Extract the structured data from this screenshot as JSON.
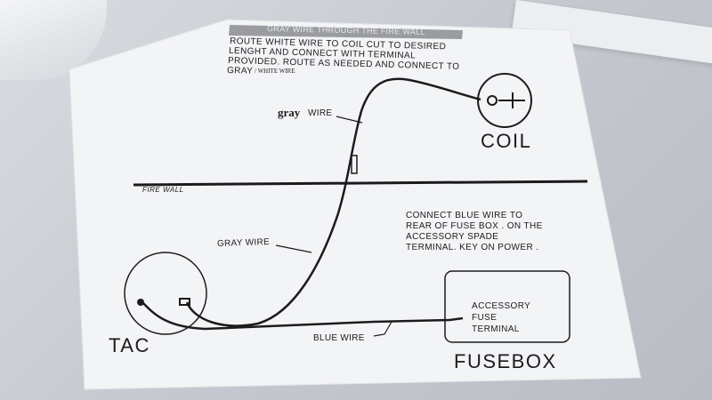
{
  "instructions": {
    "header_banner": "GRAY WIRE THROUGH THE FIRE WALL",
    "line1": "ROUTE  WHITE WIRE TO COIL CUT TO DESIRED",
    "line2": "LENGHT AND CONNECT WITH TERMINAL",
    "line3": "PROVIDED. ROUTE AS NEEDED AND CONNECT TO",
    "line4_a": "GRAY",
    "line4_b": "/ WHITE WIRE"
  },
  "labels": {
    "gray_wire_top_bold": "gray",
    "gray_wire_top_rest": "WIRE",
    "coil": "COIL",
    "fire_wall": "FIRE WALL",
    "gray_wire_mid": "GRAY WIRE",
    "blue_wire": "BLUE WIRE",
    "tac": "TAC",
    "fusebox": "FUSEBOX"
  },
  "fuse_note": {
    "line1": "CONNECT BLUE WIRE TO",
    "line2": "REAR OF FUSE BOX . ON THE",
    "line3": "ACCESSORY SPADE",
    "line4": "TERMINAL. KEY ON POWER ."
  },
  "fuse_terminal": {
    "line1": "ACCESSORY",
    "line2": "FUSE",
    "line3": "TERMINAL"
  },
  "colors": {
    "paper": "#f3f4f6",
    "ink": "#1b1b1d",
    "banner": "#9a9ca0"
  }
}
